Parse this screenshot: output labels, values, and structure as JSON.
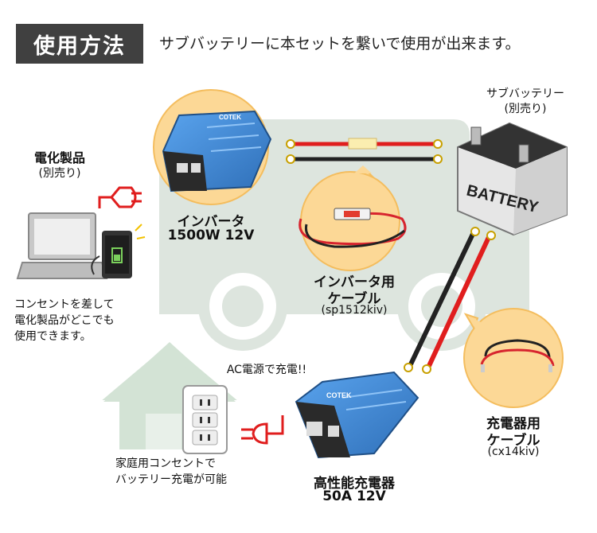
{
  "header": {
    "badge": "使用方法",
    "description": "サブバッテリーに本セットを繋いで使用が出来ます。"
  },
  "devices": {
    "title": "電化製品",
    "note": "(別売り)",
    "description_lines": [
      "コンセントを差して",
      "電化製品がどこでも",
      "使用できます。"
    ]
  },
  "inverter": {
    "name": "インバータ",
    "spec": "1500W 12V",
    "brand": "COTEK"
  },
  "inverter_cable": {
    "name_line1": "インバータ用",
    "name_line2": "ケーブル",
    "model": "(sp1512kiv)"
  },
  "battery": {
    "title": "サブバッテリー",
    "note": "(別売り)",
    "label": "BATTERY"
  },
  "house": {
    "ac_note": "AC電源で充電!!",
    "description_lines": [
      "家庭用コンセントで",
      "バッテリー充電が可能"
    ]
  },
  "charger": {
    "name": "高性能充電器",
    "spec": "50A 12V",
    "brand": "COTEK"
  },
  "charger_cable": {
    "name_line1": "充電器用",
    "name_line2": "ケーブル",
    "model": "(cx14kiv)"
  },
  "colors": {
    "header_bg": "#404040",
    "circle_fill": "#fcd896",
    "circle_stroke": "#f4bd5e",
    "truck": "#dde5de",
    "house": "#d3e3d5",
    "device_blue": "#3d8ad8",
    "plug_red": "#e01e1e"
  }
}
